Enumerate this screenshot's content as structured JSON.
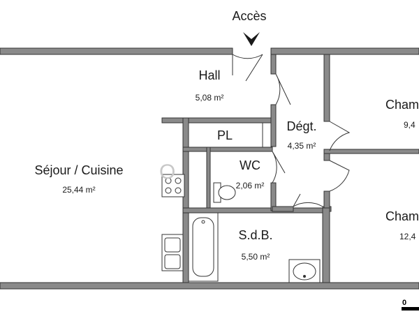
{
  "access": {
    "label": "Accès"
  },
  "rooms": {
    "sejour": {
      "name": "Séjour / Cuisine",
      "area": "25,44 m²"
    },
    "hall": {
      "name": "Hall",
      "area": "5,08 m²"
    },
    "pl": {
      "name": "PL"
    },
    "degt": {
      "name": "Dégt.",
      "area": "4,35 m²"
    },
    "wc": {
      "name": "WC",
      "area": "2,06 m²"
    },
    "sdb": {
      "name": "S.d.B.",
      "area": "5,50 m²"
    },
    "chambre1": {
      "name": "Cham",
      "area": "9,4"
    },
    "chambre2": {
      "name": "Cham",
      "area": "12,4"
    }
  },
  "scale": {
    "label": "0"
  },
  "colors": {
    "wall": "#8a8a8a",
    "line": "#333333"
  }
}
